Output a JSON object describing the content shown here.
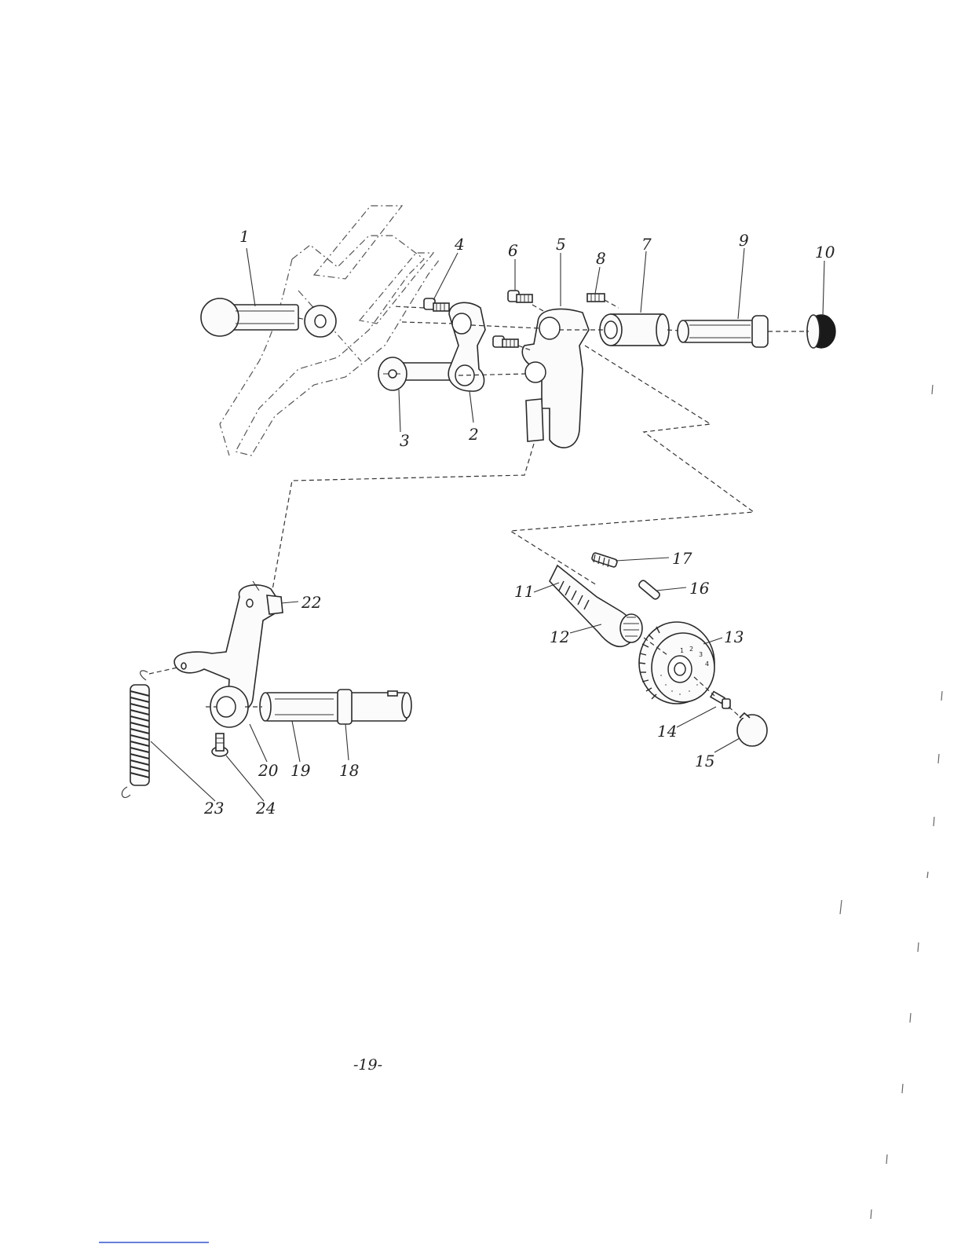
{
  "page": {
    "page_number": "-19-"
  },
  "part_labels": {
    "p1": "1",
    "p2": "2",
    "p3": "3",
    "p4": "4",
    "p5": "5",
    "p6": "6",
    "p7": "7",
    "p8": "8",
    "p9": "9",
    "p10": "10",
    "p11": "11",
    "p12": "12",
    "p13": "13",
    "p14": "14",
    "p15": "15",
    "p16": "16",
    "p17": "17",
    "p18": "18",
    "p19": "19",
    "p20": "20",
    "p22": "22",
    "p23": "23",
    "p24": "24"
  },
  "dial_numbers": [
    "1",
    "2",
    "3",
    "4"
  ],
  "colors": {
    "ink": "#2a2a2a",
    "paper": "#ffffff",
    "link_underline": "#3355cc"
  }
}
